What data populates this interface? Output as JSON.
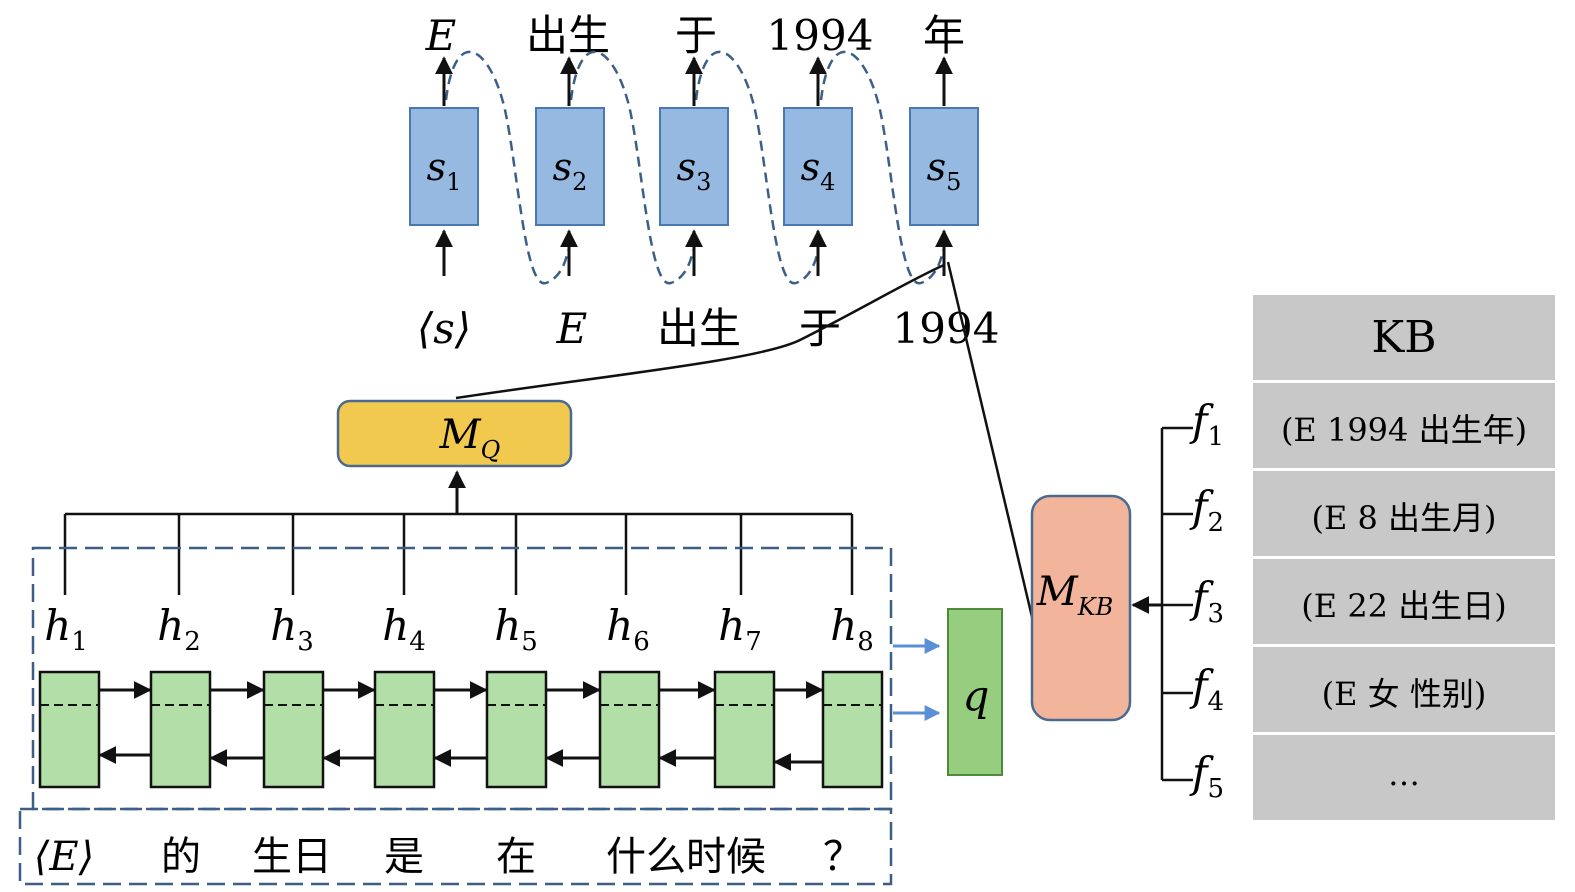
{
  "decoder": {
    "outputs": [
      "E",
      "出生",
      "于",
      "1994",
      "年"
    ],
    "states": [
      {
        "base": "s",
        "sub": "1"
      },
      {
        "base": "s",
        "sub": "2"
      },
      {
        "base": "s",
        "sub": "3"
      },
      {
        "base": "s",
        "sub": "4"
      },
      {
        "base": "s",
        "sub": "5"
      }
    ],
    "inputs": [
      "⟨s⟩",
      "E",
      "出生",
      "于",
      "1994"
    ]
  },
  "mq": {
    "base": "M",
    "sub": "Q"
  },
  "encoder": {
    "hidden": [
      {
        "base": "h",
        "sub": "1"
      },
      {
        "base": "h",
        "sub": "2"
      },
      {
        "base": "h",
        "sub": "3"
      },
      {
        "base": "h",
        "sub": "4"
      },
      {
        "base": "h",
        "sub": "5"
      },
      {
        "base": "h",
        "sub": "6"
      },
      {
        "base": "h",
        "sub": "7"
      },
      {
        "base": "h",
        "sub": "8"
      }
    ],
    "question_tokens": [
      "⟨E⟩",
      "的",
      "生日",
      "是",
      "在",
      "什么时候",
      "？"
    ]
  },
  "q_label": "q",
  "mkb": {
    "base": "M",
    "sub": "KB"
  },
  "facts": [
    {
      "base": "f",
      "sub": "1"
    },
    {
      "base": "f",
      "sub": "2"
    },
    {
      "base": "f",
      "sub": "3"
    },
    {
      "base": "f",
      "sub": "4"
    },
    {
      "base": "f",
      "sub": "5"
    }
  ],
  "kb": {
    "title": "KB",
    "rows": [
      "(E 1994 出生年)",
      "(E 8 出生月)",
      "(E 22 出生日)",
      "(E 女 性别)",
      "…"
    ]
  },
  "colors": {
    "decoder_box": "#95b9e0",
    "decoder_border": "#4a78b5",
    "mq_box": "#f2c94f",
    "encoder_box": "#b2dfa7",
    "q_box": "#96cd7e",
    "mkb_box": "#f2b59b",
    "kb_bg": "#c8c8c8",
    "dashed": "#3d5f87",
    "blue_arrow": "#5b8fd6"
  }
}
